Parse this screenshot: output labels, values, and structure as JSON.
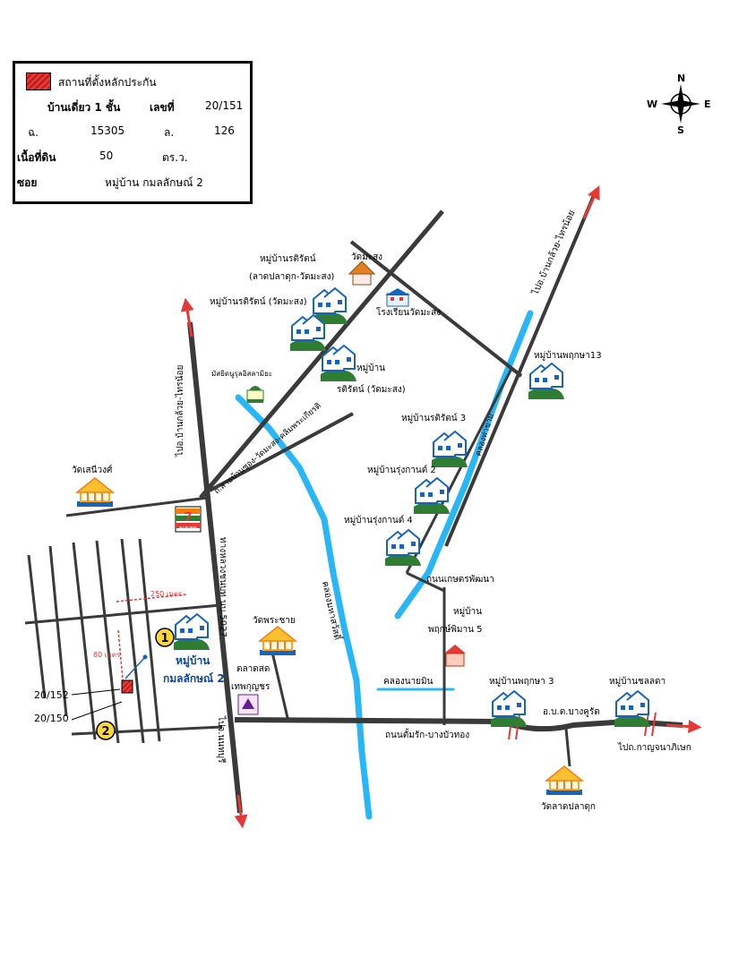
{
  "legend": {
    "title": "สถานที่ตั้งหลักประกัน",
    "row1": {
      "label": "บ้านเดี่ยว 1 ชั้น",
      "key": "เลขที่",
      "value": "20/151"
    },
    "row2": {
      "a_key": "ฉ.",
      "a_value": "15305",
      "b_key": "ล.",
      "b_value": "126"
    },
    "row3": {
      "label": "เนื้อที่ดิน",
      "value": "50",
      "unit": "ตร.ว."
    },
    "row4": {
      "label": "ซอย",
      "value": "หมู่บ้าน กมลลักษณ์ 2"
    }
  },
  "compass": {
    "n": "N",
    "s": "S",
    "e": "E",
    "w": "W"
  },
  "labels": {
    "village_rattarin_top": "หมู่บ้านรติรัตน์",
    "village_rattarin_top_sub": "(ลาดปลาดุก-วัดมะสง)",
    "wat_masong": "วัดมะสง",
    "village_rattarin_wat": "หมู่บ้านรติรัตน์ (วัดมะสง)",
    "school_wat_masong": "โรงเรียนวัดมะสง",
    "to_ban_kluay_sai_noi": "ไปอ.บ้านกล้วย-ไทรน้อย",
    "village_pruksa13": "หมู่บ้านพฤกษา13",
    "mosque": "มัสยิดนูรุลอิสลามิยะ",
    "village_ban": "หมู่บ้าน",
    "village_rattarin_masong": "รติรัตน์ (วัดมะสง)",
    "road_sai_ban_khaong": "ถ.สายบ้านซอง-วัดมะสง-คลิมพระเกียรติ",
    "village_rattarin3": "หมู่บ้านรติรัตน์ 3",
    "canal_tha_kham": "คลองท่าขาม",
    "village_rungkarn2": "หมู่บ้านรุ่งกานต์ 2",
    "village_rungkarn4": "หมู่บ้านรุ่งกานต์ 4",
    "wat_saenaworn": "วัดเสนีวงศ์",
    "to_ban_kluay_main": "ไปอ.บ้านกล้วย-ไทรน้อย",
    "highway_5027": "ทางหลวงชนบท นบ.5027",
    "canal_maha_sawat": "คลองมหาสวัสดิ์",
    "road_kasem_phatthana": "ถนนเกษตรพัฒนา",
    "village_ban2": "หมู่บ้าน",
    "village_pruksa_phiman5": "พฤกษ์พิมาน 5",
    "wat_phrachai": "วัดพระชาย",
    "market": "ตลาดสด",
    "market_sub": "เทพกุญชร",
    "dist_250": "250 เมตร",
    "dist_80": "80 เมตร",
    "village_kamonlak": "หมู่บ้าน",
    "village_kamonlak_name": "กมลลักษณ์ 2",
    "canal_nai_min": "คลองนายมิน",
    "village_pruksa3": "หมู่บ้านพฤกษา 3",
    "village_chonlada": "หมู่บ้านชลลดา",
    "bang_kruay": "อ.บ.ต.บางคูรัด",
    "road_tam_rak": "ถนนตั้มรัก-บางบัวทอง",
    "to_kanchanaphisek": "ไปถ.กาญจนาภิเษก",
    "to_nonthaburi": "ไปจ.นนทบุรี",
    "wat_lat_pla_duk": "วัดลาดปลาดุก",
    "lot_152": "20/152",
    "lot_150": "20/150",
    "pin1": "1",
    "pin2": "2",
    "seven_eleven": "ELEVEN"
  },
  "colors": {
    "road": "#3a3a3a",
    "canal": "#29b6f6",
    "arrow": "#e53935",
    "pin": "#fdd835",
    "house": "#1565c0",
    "grass": "#2e7d32"
  }
}
